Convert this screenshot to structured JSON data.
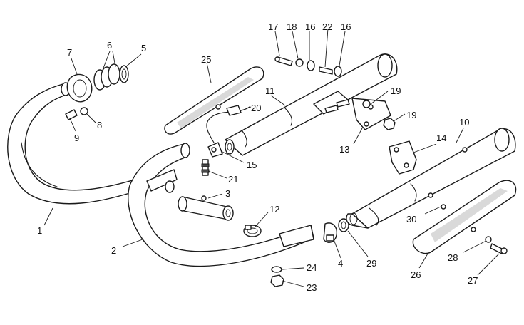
{
  "part_labels": [
    "1",
    "2",
    "3",
    "4",
    "5",
    "6",
    "7",
    "8",
    "9",
    "10",
    "11",
    "12",
    "13",
    "14",
    "15",
    "16",
    "16",
    "17",
    "18",
    "19",
    "19",
    "20",
    "21",
    "22",
    "23",
    "24",
    "25",
    "26",
    "27",
    "28",
    "29",
    "30"
  ]
}
